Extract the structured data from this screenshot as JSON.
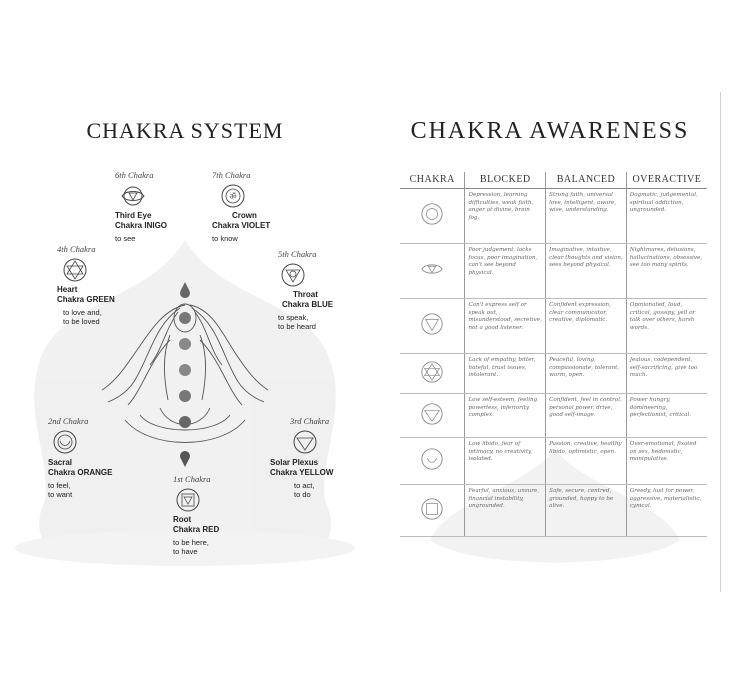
{
  "left": {
    "title": "CHAKRA SYSTEM",
    "chakras": {
      "sixth": {
        "num": "6th Chakra",
        "name_line1": "Third Eye",
        "name_line2": "Chakra INIGO",
        "desc": [
          "to see"
        ]
      },
      "seventh": {
        "num": "7th Chakra",
        "name_line1": "Crown",
        "name_line2": "Chakra VIOLET",
        "desc": [
          "to know"
        ]
      },
      "fourth": {
        "num": "4th Chakra",
        "name_line1": "Heart",
        "name_line2": "Chakra GREEN",
        "desc": [
          "to love and,",
          "to be loved"
        ]
      },
      "fifth": {
        "num": "5th Chakra",
        "name_line1": "Throat",
        "name_line2": "Chakra BLUE",
        "desc": [
          "to speak,",
          "to be heard"
        ]
      },
      "second": {
        "num": "2nd Chakra",
        "name_line1": "Sacral",
        "name_line2": "Chakra ORANGE",
        "desc": [
          "to feel,",
          "to want"
        ]
      },
      "third": {
        "num": "3rd Chakra",
        "name_line1": "Solar Plexus",
        "name_line2": "Chakra YELLOW",
        "desc": [
          "to act,",
          "to do"
        ]
      },
      "first": {
        "num": "1st Chakra",
        "name_line1": "Root",
        "name_line2": "Chakra RED",
        "desc": [
          "to be here,",
          "to have"
        ]
      }
    }
  },
  "right": {
    "title": "CHAKRA AWARENESS",
    "headers": [
      "CHAKRA",
      "BLOCKED",
      "BALANCED",
      "OVERACTIVE"
    ],
    "rows": [
      {
        "icon": "crown-chakra-icon",
        "blocked": "Depression, learning difficulties, weak faith, anger at divine, brain fog.",
        "balanced": "Strong faith, universal love, intelligent, aware, wise, understanding.",
        "overactive": "Dogmatic, judgemental, spiritual addiction, ungrounded."
      },
      {
        "icon": "third-eye-chakra-icon",
        "blocked": "Poor judgement, lacks focus, poor imagination, can't see beyond physical.",
        "balanced": "Imaginative, intuitive, clear thoughts and vision, sees beyond physical.",
        "overactive": "Nightmares, delusions, hallucinations, obsessive, see too many spirits."
      },
      {
        "icon": "throat-chakra-icon",
        "blocked": "Can't express self or speak out, misunderstood, secretive, not a good listener.",
        "balanced": "Confident expression, clear communicator, creative, diplomatic.",
        "overactive": "Opinionated, loud, critical, gossipy, yell or talk over others, harsh words."
      },
      {
        "icon": "heart-chakra-icon",
        "blocked": "Lack of empathy, bitter, hateful, trust issues, intolerant.",
        "balanced": "Peaceful, loving, compassionate, tolerant, warm, open.",
        "overactive": "Jealous, codependent, self-sacrificing, give too much."
      },
      {
        "icon": "solar-plexus-chakra-icon",
        "blocked": "Low self-esteem, feeling powerless, inferiority complex.",
        "balanced": "Confident, feel in control, personal power, drive, good self-image.",
        "overactive": "Power hungry, domineering, perfectionist, critical."
      },
      {
        "icon": "sacral-chakra-icon",
        "blocked": "Low libido, fear of intimacy, no creativity, isolated.",
        "balanced": "Passion, creative, healthy libido, optimistic, open.",
        "overactive": "Over-emotional, fixated on sex, hedonistic, manipulative."
      },
      {
        "icon": "root-chakra-icon",
        "blocked": "Fearful, anxious, unsure, financial instability, ungrounded.",
        "balanced": "Safe, secure, centred, grounded, happy to be alive.",
        "overactive": "Greedy, lust for power, aggressive, materialistic, cynical."
      }
    ]
  }
}
